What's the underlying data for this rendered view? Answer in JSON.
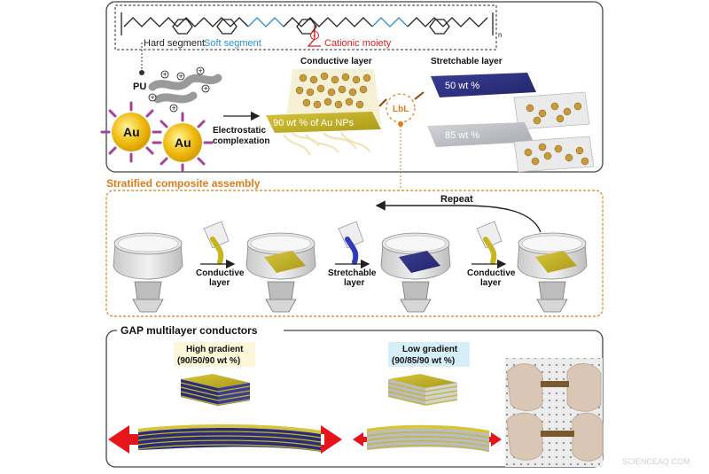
{
  "top_panel": {
    "hard_segment_label": "Hard segment",
    "soft_segment_label": "Soft segment",
    "cationic_label": "Cationic moiety",
    "pu_label": "PU",
    "au_label": "Au",
    "electrostatic_label_line1": "Electrostatic",
    "electrostatic_label_line2": "complexation",
    "conductive_layer_title": "Conductive layer",
    "conductive_layer_caption": "90 wt % of Au NPs",
    "lbl_label": "LbL",
    "stretchable_layer_title": "Stretchable layer",
    "stretchable_50_label": "50 wt %",
    "stretchable_85_label": "85 wt %",
    "subscript_n": "n"
  },
  "assembly_panel": {
    "title": "Stratified composite assembly",
    "repeat_label": "Repeat",
    "steps": [
      {
        "line1": "Conductive",
        "line2": "layer"
      },
      {
        "line1": "Stretchable",
        "line2": "layer"
      },
      {
        "line1": "Conductive",
        "line2": "layer"
      }
    ]
  },
  "gap_panel": {
    "title": "GAP multilayer conductors",
    "high_gradient_line1": "High gradient",
    "high_gradient_line2": "(90/50/90 wt %)",
    "low_gradient_line1": "Low gradient",
    "low_gradient_line2": "(90/85/90 wt %)"
  },
  "watermark": "SCIENCEAQ.COM",
  "colors": {
    "gold": "#c8b51e",
    "navy": "#2a2d7a",
    "gray_layer": "#b9bcc2",
    "orange_accent": "#e07b17",
    "cationic_red": "#e02020",
    "soft_blue": "#2a8fd0",
    "arrow_red": "#e8141c",
    "high_gradient_bg": "#fbf7d8",
    "low_gradient_bg": "#d6eef8"
  }
}
